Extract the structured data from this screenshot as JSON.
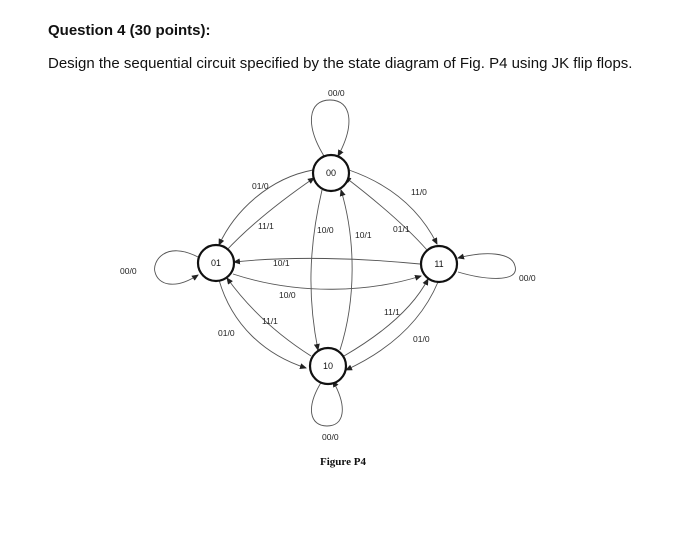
{
  "question": {
    "title": "Question 4 (30 points):",
    "text": "Design the sequential circuit specified by the state diagram of Fig. P4 using JK flip flops."
  },
  "figure": {
    "caption": "Figure P4",
    "states": [
      "00",
      "01",
      "10",
      "11"
    ],
    "transitions": [
      {
        "from": "00",
        "to": "00",
        "label": "00/0"
      },
      {
        "from": "00",
        "to": "01",
        "label": "01/0"
      },
      {
        "from": "01",
        "to": "00",
        "label": "11/1"
      },
      {
        "from": "00",
        "to": "11",
        "label": "11/0"
      },
      {
        "from": "11",
        "to": "00",
        "label": "01/1"
      },
      {
        "from": "00",
        "to": "10",
        "label": "10/0"
      },
      {
        "from": "10",
        "to": "00",
        "label": "10/1"
      },
      {
        "from": "01",
        "to": "01",
        "label": "00/0"
      },
      {
        "from": "11",
        "to": "01",
        "label": "10/1"
      },
      {
        "from": "01",
        "to": "11",
        "label": "10/0"
      },
      {
        "from": "01",
        "to": "10",
        "label": "01/0"
      },
      {
        "from": "10",
        "to": "01",
        "label": "11/1"
      },
      {
        "from": "10",
        "to": "11",
        "label": "11/1"
      },
      {
        "from": "11",
        "to": "10",
        "label": "01/0"
      },
      {
        "from": "11",
        "to": "11",
        "label": "00/0"
      },
      {
        "from": "10",
        "to": "10",
        "label": "00/0"
      }
    ]
  }
}
